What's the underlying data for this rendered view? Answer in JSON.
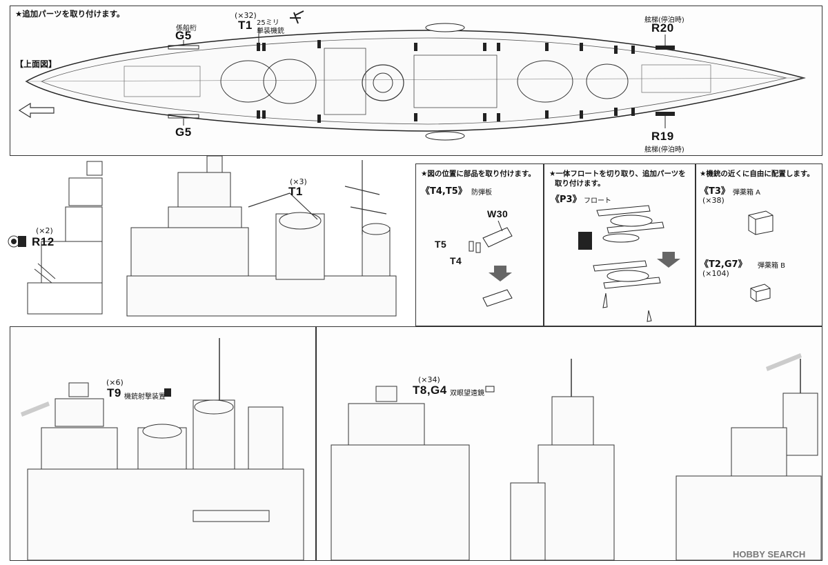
{
  "top": {
    "instruction": "★追加パーツを取り付けます。",
    "view_label": "【上面図】",
    "labels": {
      "g5_top_caption": "係船桁",
      "g5_top": "G5",
      "t1_mult": "(×32)",
      "t1": "T1",
      "t1_caption_line1": "25ミリ",
      "t1_caption_line2": "単装機銃",
      "r20_caption": "舷梯(停泊時)",
      "r20": "R20",
      "g5_bottom": "G5",
      "r19": "R19",
      "r19_caption": "舷梯(停泊時)"
    }
  },
  "middle_left": {
    "r12_mult": "(×2)",
    "r12": "R12",
    "t1_mult": "(×3)",
    "t1": "T1"
  },
  "box1": {
    "note": "★図の位置に部品を取り付けます。",
    "title": "《T4,T5》",
    "caption": "防弾板",
    "w30": "W30",
    "t5": "T5",
    "t4": "T4"
  },
  "box2": {
    "note_line1": "★一体フロートを切り取り、追加パーツを",
    "note_line2": "取り付けます。",
    "title": "《P3》",
    "caption": "フロート"
  },
  "box3": {
    "note": "★機銃の近くに自由に配置します。",
    "title_a": "《T3》",
    "caption_a": "弾薬箱 A",
    "mult_a": "(×38)",
    "title_b": "《T2,G7》",
    "caption_b": "弾薬箱 B",
    "mult_b": "(×104)"
  },
  "bottom_left": {
    "mult": "(×6)",
    "part": "T9",
    "caption": "機銃射撃装置"
  },
  "bottom_right": {
    "mult": "(×34)",
    "part": "T8,G4",
    "caption": "双眼望遠鏡"
  },
  "watermark": "HOBBY SEARCH"
}
